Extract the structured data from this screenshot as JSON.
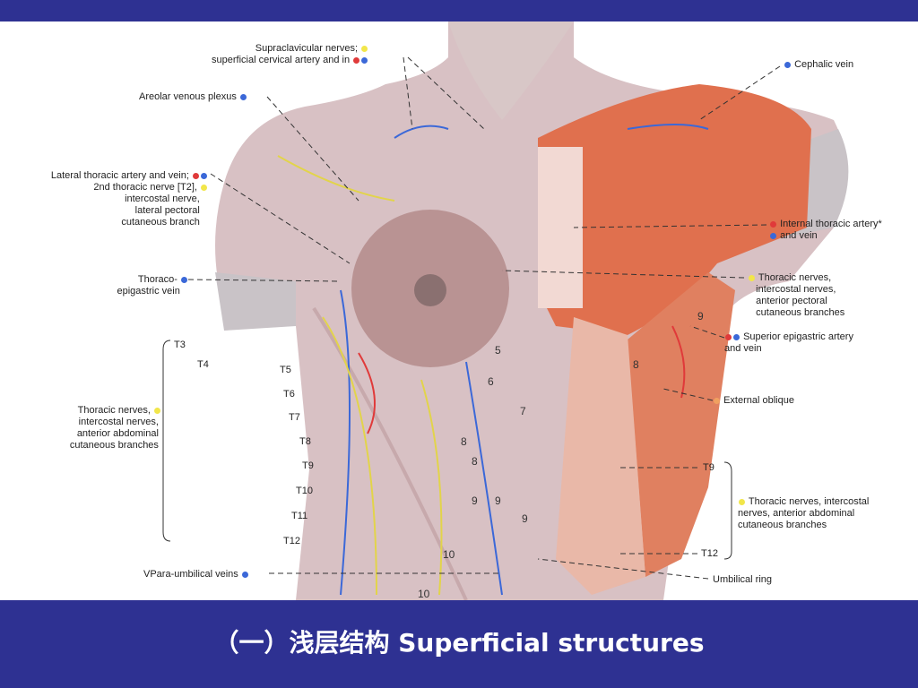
{
  "slide": {
    "caption": "（一）浅层结构  Superficial structures",
    "colors": {
      "band": "#2e3192",
      "text": "#ffffff",
      "nerve": "#f2e64a",
      "artery": "#e03a3a",
      "vein": "#3b68d8",
      "muscle": "#f0a060"
    }
  },
  "labels": {
    "supraclavicular_1": "Supraclavicular nerves;",
    "supraclavicular_2": "superficial cervical artery and in",
    "areolar": "Areolar venous plexus",
    "lateral_thoracic_1": "Lateral thoracic artery and vein;",
    "lateral_thoracic_2": "2nd thoracic nerve [T2],",
    "lateral_thoracic_3": "intercostal nerve,",
    "lateral_thoracic_4": "lateral pectoral",
    "lateral_thoracic_5": "cutaneous branch",
    "thoraco_1": "Thoraco-",
    "thoraco_2": "epigastric vein",
    "thoracic_left_1": "Thoracic nerves,",
    "thoracic_left_2": "intercostal nerves,",
    "thoracic_left_3": "anterior abdominal",
    "thoracic_left_4": "cutaneous branches",
    "para_umbilical": "VPara-umbilical veins",
    "cephalic": "Cephalic vein",
    "internal_thoracic_1": "Internal thoracic artery*",
    "internal_thoracic_2": "and vein",
    "thoracic_right_1": "Thoracic nerves,",
    "thoracic_right_2": "intercostal nerves,",
    "thoracic_right_3": "anterior pectoral",
    "thoracic_right_4": "cutaneous branches",
    "superior_epigastric_1": "Superior epigastric artery",
    "superior_epigastric_2": "and vein",
    "external_oblique": "External oblique",
    "thoracic_rl_1": "Thoracic nerves, intercostal",
    "thoracic_rl_2": "nerves, anterior abdominal",
    "thoracic_rl_3": "cutaneous branches",
    "umbilical_ring": "Umbilical ring"
  },
  "segments_left": [
    "T3",
    "T4",
    "T5",
    "T6",
    "T7",
    "T8",
    "T9",
    "T10",
    "T11",
    "T12"
  ],
  "segments_right": [
    "T9",
    "T12"
  ],
  "figure_numbers": [
    "5",
    "6",
    "7",
    "8",
    "8",
    "9",
    "9",
    "9",
    "9",
    "8",
    "10",
    "10"
  ]
}
